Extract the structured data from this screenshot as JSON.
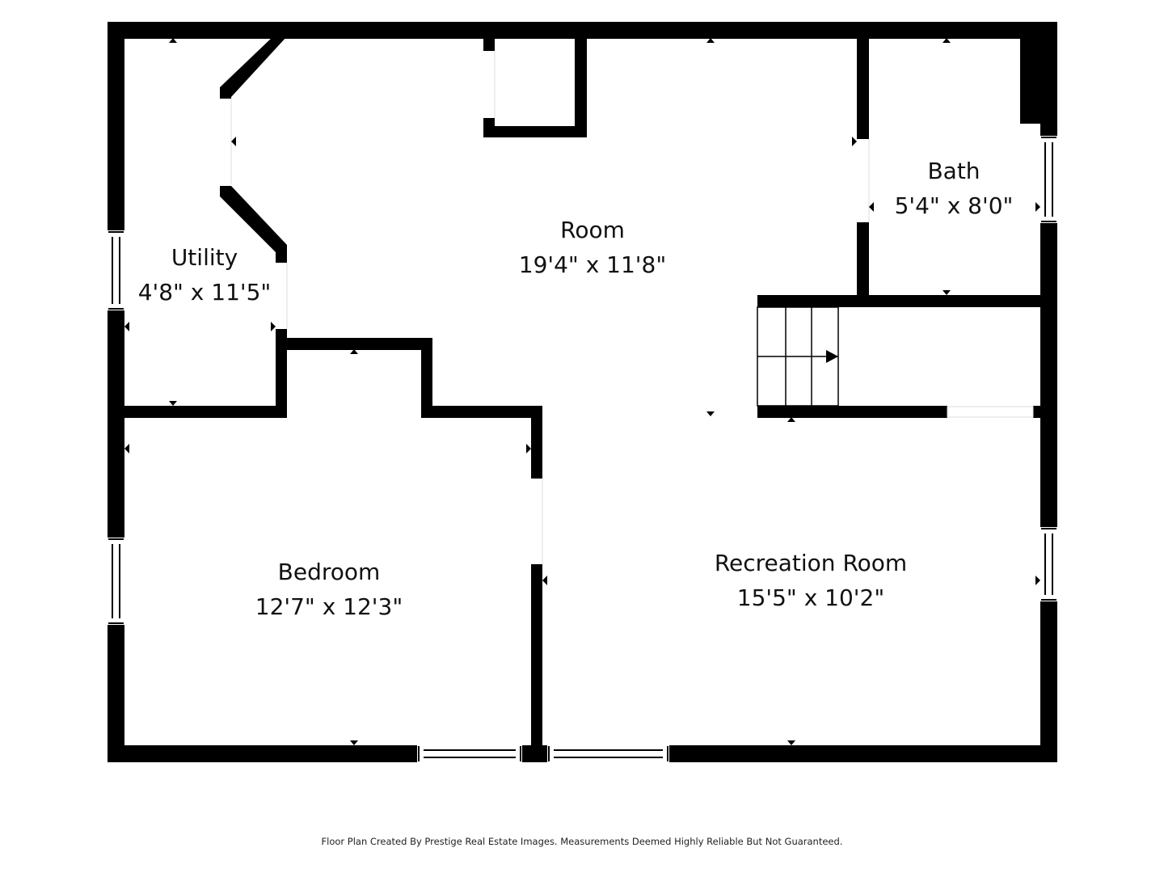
{
  "rooms": {
    "utility": {
      "name": "Utility",
      "dimensions": "4'8\" x 11'5\""
    },
    "room": {
      "name": "Room",
      "dimensions": "19'4\" x 11'8\""
    },
    "bath": {
      "name": "Bath",
      "dimensions": "5'4\" x 8'0\""
    },
    "bedroom": {
      "name": "Bedroom",
      "dimensions": "12'7\" x 12'3\""
    },
    "recreation": {
      "name": "Recreation Room",
      "dimensions": "15'5\" x 10'2\""
    }
  },
  "footer": {
    "text": "Floor Plan Created By Prestige Real Estate Images. Measurements Deemed Highly Reliable But Not Guaranteed."
  },
  "colors": {
    "wall": "#000000",
    "background": "#ffffff"
  }
}
